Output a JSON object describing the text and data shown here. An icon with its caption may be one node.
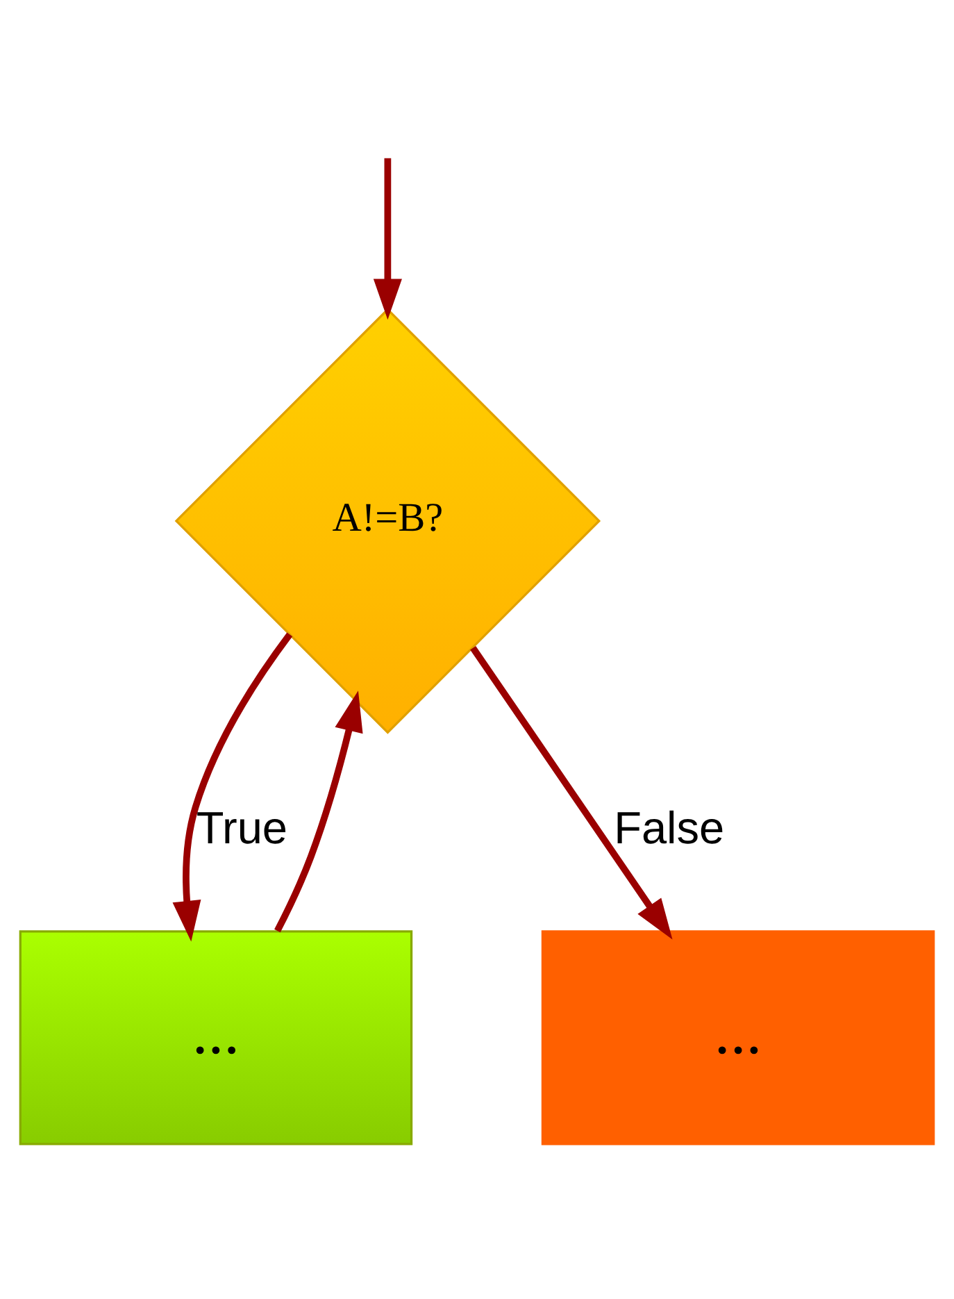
{
  "diagram": {
    "nodes": [
      {
        "text": [
          "A!=B?"
        ]
      },
      {
        "text": [
          "..."
        ]
      },
      {
        "text": [
          "..."
        ]
      }
    ],
    "edges": [
      {
        "from": null,
        "to": 0,
        "arrow": "to"
      },
      {
        "from": 0,
        "to": 1,
        "arrow": "to",
        "label": "True"
      },
      {
        "from": 1,
        "to": 0,
        "arrow": "to"
      },
      {
        "from": 0,
        "to": 2,
        "arrow": "to",
        "label": "False"
      }
    ]
  }
}
